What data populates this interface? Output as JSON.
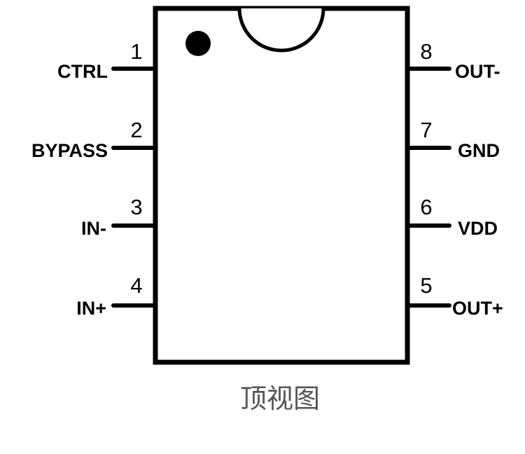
{
  "package": {
    "caption": "顶视图",
    "pins_left": [
      {
        "number": "1",
        "name": "CTRL"
      },
      {
        "number": "2",
        "name": "BYPASS"
      },
      {
        "number": "3",
        "name": "IN-"
      },
      {
        "number": "4",
        "name": "IN+"
      }
    ],
    "pins_right": [
      {
        "number": "8",
        "name": "OUT-"
      },
      {
        "number": "7",
        "name": "GND"
      },
      {
        "number": "6",
        "name": "VDD"
      },
      {
        "number": "5",
        "name": "OUT+"
      }
    ]
  },
  "colors": {
    "outline": "#000000",
    "caption": "#555555"
  }
}
